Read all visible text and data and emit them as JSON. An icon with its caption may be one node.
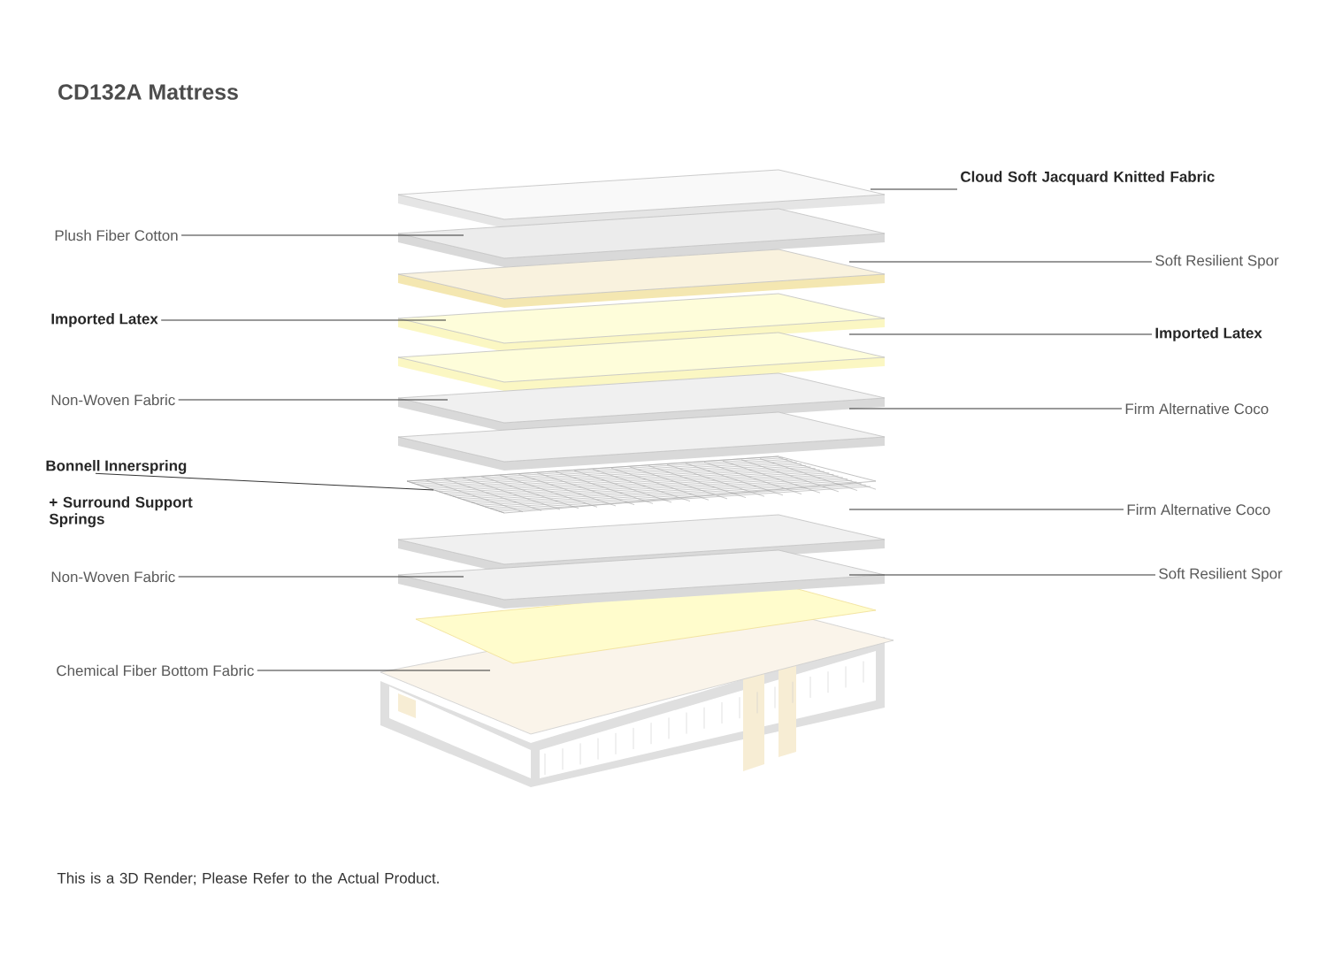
{
  "diagram": {
    "title": "CD132A Mattress",
    "caption": "This is a 3D Render; Please Refer to the Actual Product.",
    "nodes": [
      {
        "text": [
          "Cloud Soft Jacquard Knitted Fabric"
        ]
      },
      {
        "text": [
          "Plush Fiber Cotton"
        ]
      },
      {
        "text": [
          "Imported Latex"
        ]
      },
      {
        "text": [
          "Non-Woven Fabric"
        ]
      },
      {
        "text": [
          "Bonnell Innerspring"
        ]
      },
      {
        "text": [
          "+ Surround Support Springs"
        ]
      },
      {
        "text": [
          "Non-Woven Fabric"
        ]
      },
      {
        "text": [
          "Chemical Fiber Bottom Fabric"
        ]
      },
      {
        "text": [
          "Soft Resilient Spor"
        ]
      },
      {
        "text": [
          "Imported Latex"
        ]
      },
      {
        "text": [
          "Firm Alternative Coco"
        ]
      },
      {
        "text": [
          "Firm Alternative Coco"
        ]
      },
      {
        "text": [
          "Soft Resilient Spor"
        ]
      }
    ],
    "edges": [
      {
        "from": 0,
        "to": null,
        "arrow": "none"
      },
      {
        "from": 1,
        "to": null,
        "arrow": "none"
      },
      {
        "from": 2,
        "to": null,
        "arrow": "none"
      },
      {
        "from": 3,
        "to": null,
        "arrow": "none"
      },
      {
        "from": 4,
        "to": null,
        "arrow": "none"
      },
      {
        "from": 6,
        "to": null,
        "arrow": "none"
      },
      {
        "from": 7,
        "to": null,
        "arrow": "none"
      },
      {
        "from": 8,
        "to": null,
        "arrow": "none"
      },
      {
        "from": 9,
        "to": null,
        "arrow": "none"
      },
      {
        "from": 10,
        "to": null,
        "arrow": "none"
      },
      {
        "from": 11,
        "to": null,
        "arrow": "none"
      },
      {
        "from": 12,
        "to": null,
        "arrow": "none"
      }
    ]
  }
}
